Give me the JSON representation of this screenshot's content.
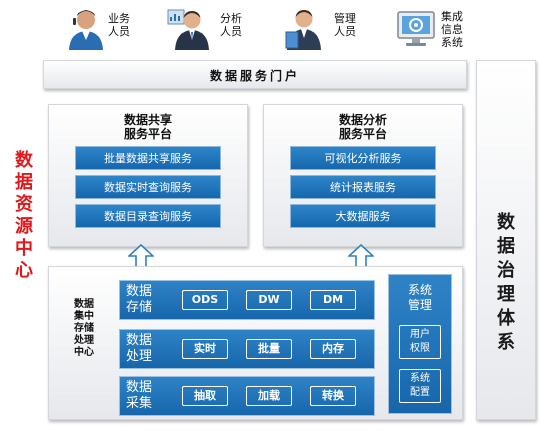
{
  "roles": [
    {
      "icon": "business-user-icon",
      "label_lines": [
        "业务",
        "人员"
      ]
    },
    {
      "icon": "analyst-user-icon",
      "label_lines": [
        "分析",
        "人员"
      ]
    },
    {
      "icon": "admin-user-icon",
      "label_lines": [
        "管理",
        "人员"
      ]
    },
    {
      "icon": "integrated-system-icon",
      "label_lines": [
        "集成",
        "信息",
        "系统"
      ]
    }
  ],
  "portal": {
    "title": "数据服务门户"
  },
  "left_side_label": [
    "数",
    "据",
    "资",
    "源",
    "中",
    "心"
  ],
  "right_side_label": [
    "数",
    "据",
    "治",
    "理",
    "体",
    "系"
  ],
  "sharing_platform": {
    "title_lines": [
      "数据共享",
      "服务平台"
    ],
    "services": [
      "批量数据共享服务",
      "数据实时查询服务",
      "数据目录查询服务"
    ]
  },
  "analysis_platform": {
    "title_lines": [
      "数据分析",
      "服务平台"
    ],
    "services": [
      "可视化分析服务",
      "统计报表服务",
      "大数据服务"
    ]
  },
  "center": {
    "label_lines": [
      "数据",
      "集中",
      "存储",
      "处理",
      "中心"
    ],
    "rows": [
      {
        "title_lines": [
          "数据",
          "存储"
        ],
        "items": [
          "ODS",
          "DW",
          "DM"
        ]
      },
      {
        "title_lines": [
          "数据",
          "处理"
        ],
        "items": [
          "实时",
          "批量",
          "内存"
        ]
      },
      {
        "title_lines": [
          "数据",
          "采集"
        ],
        "items": [
          "抽取",
          "加载",
          "转换"
        ]
      }
    ],
    "system_management": {
      "title_lines": [
        "系统",
        "管理"
      ],
      "items": [
        {
          "lines": [
            "用户",
            "权限"
          ]
        },
        {
          "lines": [
            "系统",
            "配置"
          ]
        }
      ]
    }
  },
  "colors": {
    "service_blue": "#1567ad",
    "side_label_red": "#e0181b",
    "panel_grey": "#e6e8ec",
    "arrow_outline": "#2f7fc1"
  }
}
